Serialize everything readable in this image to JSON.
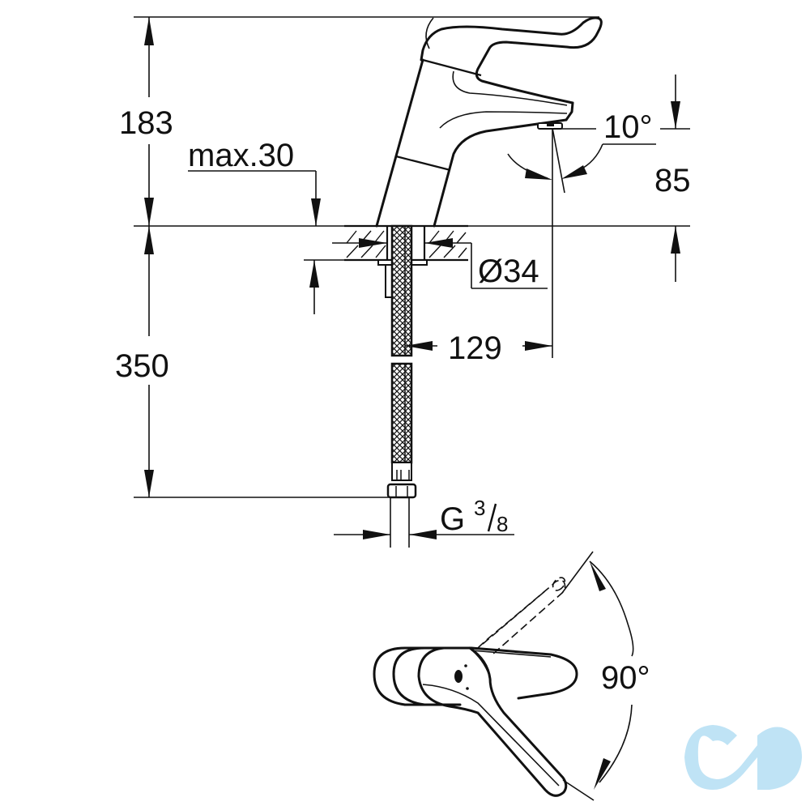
{
  "drawing": {
    "title": "Basin mixer technical drawing",
    "dimensions": {
      "total_height": "183",
      "max_deck_thickness": "max.30",
      "spout_angle": "10°",
      "spout_height": "85",
      "mounting_hole_diameter": "Ø34",
      "spout_projection": "129",
      "hose_length": "350",
      "connection_thread_main": "G",
      "connection_thread_num": "3",
      "connection_thread_den": "8",
      "lever_rotation": "90°"
    },
    "views": [
      "side-elevation",
      "top-plan"
    ],
    "watermark": {
      "name": "brand-logo",
      "color": "#bfe3f5"
    },
    "colors": {
      "line": "#111111",
      "background": "#ffffff"
    }
  }
}
